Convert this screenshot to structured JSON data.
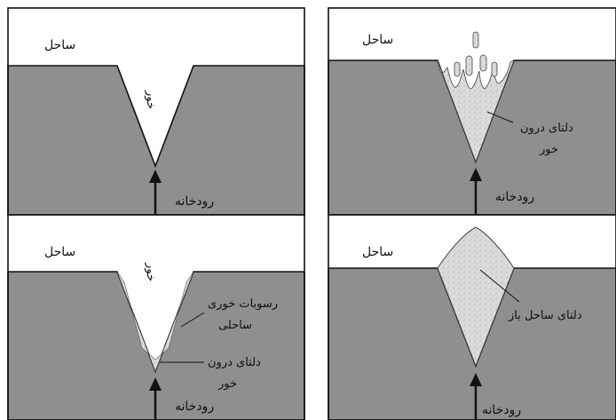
{
  "panels": {
    "top_left": {
      "coast": "ساحل",
      "estuary": "خور",
      "river": "رودخانه"
    },
    "bottom_left": {
      "coast": "ساحل",
      "estuary": "خور",
      "sediment": [
        "رسوبات خوری",
        "ساحلی"
      ],
      "delta": [
        "دلتای درون",
        "خور"
      ],
      "river": "رودخانه"
    },
    "top_right": {
      "coast": "ساحل",
      "delta": [
        "دلتای درون",
        "خور"
      ],
      "river": "رودخانه"
    },
    "bottom_right": {
      "coast": "ساحل",
      "open_delta": "دلتای ساحل باز",
      "river": "رودخانه"
    }
  },
  "colors": {
    "land": "#8f8f8f",
    "sea": "#ffffff",
    "sediment": "#dcdcdc",
    "outline": "#111111"
  }
}
